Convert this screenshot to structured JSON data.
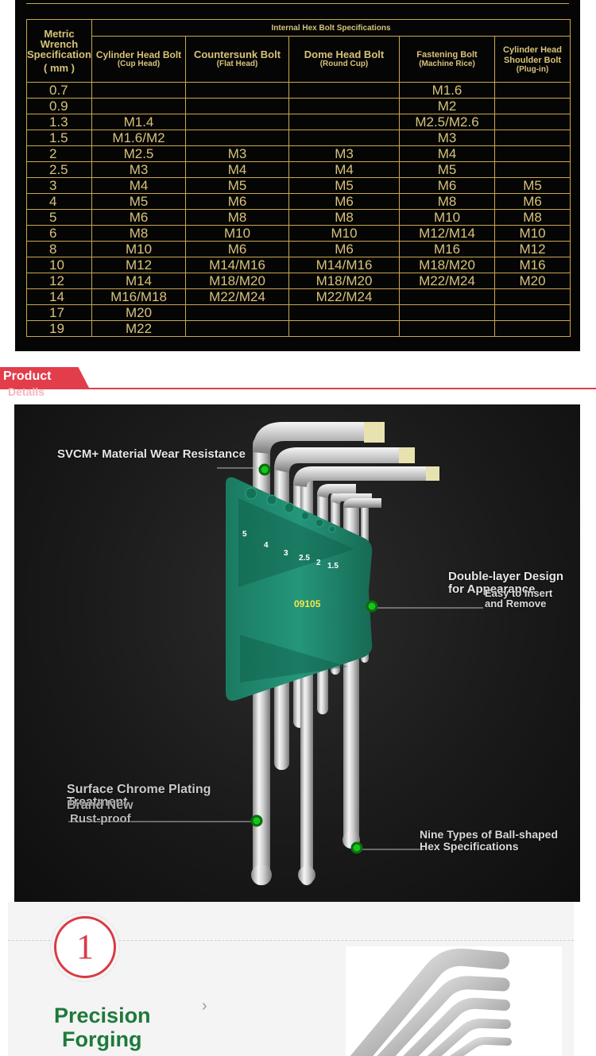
{
  "spec_table": {
    "metric_header": "Metric Wrench Specifications",
    "metric_unit": "( mm )",
    "group_header": "Internal Hex Bolt Specifications",
    "columns": [
      {
        "title": "Cylinder Head Bolt",
        "sub": "(Cup Head)"
      },
      {
        "title": "Countersunk Bolt",
        "sub": "(Flat Head)"
      },
      {
        "title": "Dome Head Bolt",
        "sub": "(Round Cup)"
      },
      {
        "title": "Fastening Bolt",
        "sub": "(Machine Rice)"
      },
      {
        "title": "Cylinder Head Shoulder Bolt",
        "sub": "(Plug-in)"
      }
    ],
    "rows": [
      {
        "size": "0.7",
        "cells": [
          "",
          "",
          "",
          "M1.6",
          ""
        ]
      },
      {
        "size": "0.9",
        "cells": [
          "",
          "",
          "",
          "M2",
          ""
        ]
      },
      {
        "size": "1.3",
        "cells": [
          "M1.4",
          "",
          "",
          "M2.5/M2.6",
          ""
        ]
      },
      {
        "size": "1.5",
        "cells": [
          "M1.6/M2",
          "",
          "",
          "M3",
          ""
        ]
      },
      {
        "size": "2",
        "cells": [
          "M2.5",
          "M3",
          "M3",
          "M4",
          ""
        ]
      },
      {
        "size": "2.5",
        "cells": [
          "M3",
          "M4",
          "M4",
          "M5",
          ""
        ]
      },
      {
        "size": "3",
        "cells": [
          "M4",
          "M5",
          "M5",
          "M6",
          "M5"
        ]
      },
      {
        "size": "4",
        "cells": [
          "M5",
          "M6",
          "M6",
          "M8",
          "M6"
        ]
      },
      {
        "size": "5",
        "cells": [
          "M6",
          "M8",
          "M8",
          "M10",
          "M8"
        ]
      },
      {
        "size": "6",
        "cells": [
          "M8",
          "M10",
          "M10",
          "M12/M14",
          "M10"
        ]
      },
      {
        "size": "8",
        "cells": [
          "M10",
          "M6",
          "M6",
          "M16",
          "M12"
        ]
      },
      {
        "size": "10",
        "cells": [
          "M12",
          "M14/M16",
          "M14/M16",
          "M18/M20",
          "M16"
        ]
      },
      {
        "size": "12",
        "cells": [
          "M14",
          "M18/M20",
          "M18/M20",
          "M22/M24",
          "M20"
        ]
      },
      {
        "size": "14",
        "cells": [
          "M16/M18",
          "M22/M24",
          "M22/M24",
          "",
          ""
        ]
      },
      {
        "size": "17",
        "cells": [
          "M20",
          "",
          "",
          "",
          ""
        ]
      },
      {
        "size": "19",
        "cells": [
          "M22",
          "",
          "",
          "",
          ""
        ]
      }
    ]
  },
  "section": {
    "title": "Product",
    "subtitle": "Details"
  },
  "product": {
    "callouts": {
      "material": "SVCM+ Material Wear Resistance",
      "double_layer": "Double-layer Design for Appearance",
      "insert": "Easy to Insert and Remove",
      "chrome": "Surface Chrome Plating Treatment",
      "brand": "Brand New",
      "rustproof": "Rust-proof",
      "ball": "Nine Types of Ball-shaped Hex Specifications"
    },
    "holder_sizes": [
      "5",
      "4",
      "3",
      "2.5",
      "2",
      "1.5"
    ],
    "model": "09105",
    "colors": {
      "holder": "#1f8a6e",
      "dot": "#19c21e",
      "accent": "#e23d4a"
    }
  },
  "feature": {
    "number": "1",
    "title_line1": "Precision",
    "title_line2": "Forging",
    "chevron": "›"
  }
}
